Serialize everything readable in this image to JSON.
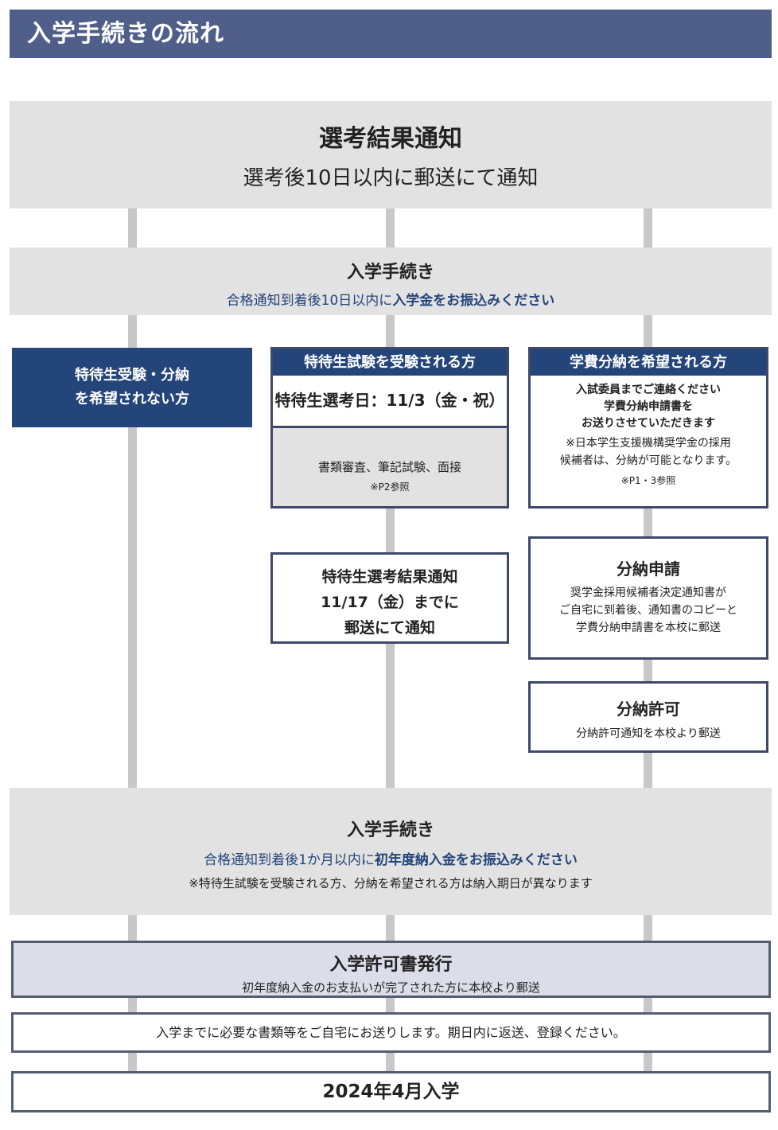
{
  "header": {
    "title": "入学手続きの流れ"
  },
  "step_result": {
    "title": "選考結果通知",
    "subtitle": "選考後10日以内に郵送にて通知"
  },
  "step_admission1": {
    "title": "入学手続き",
    "note_prefix": "合格通知到着後10日以内に",
    "note_emphasis": "入学金をお振込みください"
  },
  "col_left": {
    "line1": "特待生受験・分納",
    "line2": "を希望されない方"
  },
  "col_mid": {
    "header": "特待生試験を受験される方",
    "date": "特待生選考日：11/3（金・祝）",
    "exam": "書類審査、筆記試験、面接",
    "ref": "※P2参照",
    "result_line1": "特待生選考結果通知",
    "result_line2": "11/17（金）までに",
    "result_line3": "郵送にて通知"
  },
  "col_right": {
    "header": "学費分納を希望される方",
    "contact_line1": "入試委員までご連絡ください",
    "contact_line2": "学費分納申請書を",
    "contact_line3": "お送りさせていただきます",
    "note_line1": "※日本学生支援機構奨学金の採用",
    "note_line2": "候補者は、分納が可能となります。",
    "ref": "※P1・3参照",
    "apply_title": "分納申請",
    "apply_line1": "奨学金採用候補者決定通知書が",
    "apply_line2": "ご自宅に到着後、通知書のコピーと",
    "apply_line3": "学費分納申請書を本校に郵送",
    "permit_title": "分納許可",
    "permit_text": "分納許可通知を本校より郵送"
  },
  "step_admission2": {
    "title": "入学手続き",
    "note_prefix": "合格通知到着後1か月以内に",
    "note_emphasis": "初年度納入金をお振込みください",
    "note_sub": "※特待生試験を受験される方、分納を希望される方は納入期日が異なります"
  },
  "step_permit": {
    "title": "入学許可書発行",
    "subtitle": "初年度納入金のお支払いが完了された方に本校より郵送"
  },
  "step_docs": {
    "text": "入学までに必要な書類等をご自宅にお送りします。期日内に返送、登録ください。"
  },
  "step_entry": {
    "text": "2024年4月入学"
  }
}
